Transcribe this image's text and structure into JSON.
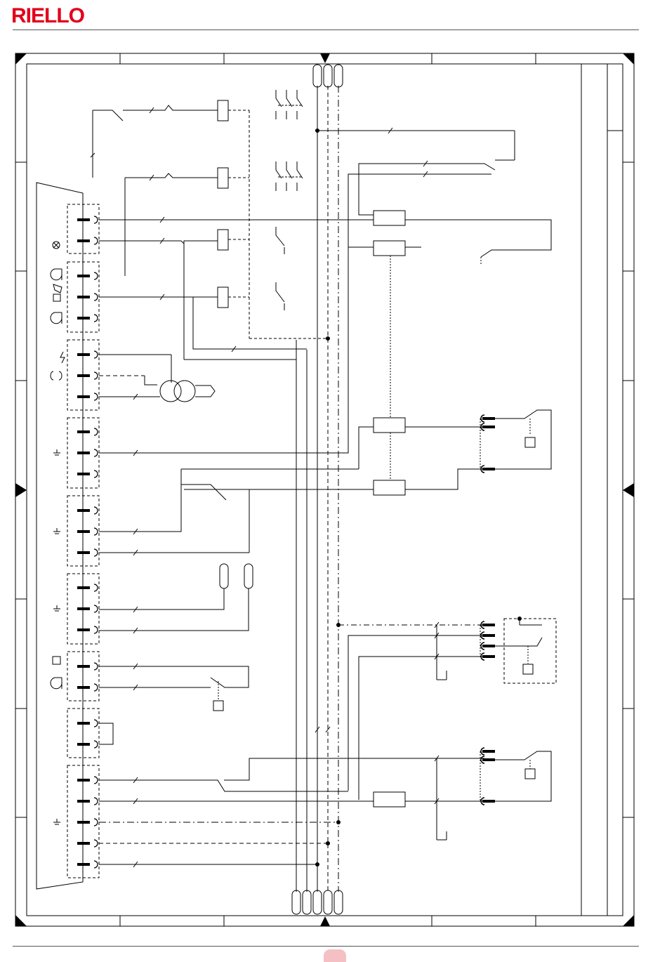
{
  "header": {
    "brand": "RIELLO",
    "brand_color": "#e2001a",
    "rule_color": "#555555"
  },
  "diagram": {
    "type": "electrical-wiring-schematic",
    "line_color": "#000000",
    "terminal_groups": [
      {
        "id": "group-1",
        "terminals": 2,
        "symbol": "lamp-icon"
      },
      {
        "id": "group-2",
        "terminals": 3,
        "symbol": "fan-motor-icon"
      },
      {
        "id": "group-3",
        "terminals": 3,
        "symbol": "ignition-transformer-icon"
      },
      {
        "id": "group-4",
        "terminals": 3,
        "symbol": "earth-icon"
      },
      {
        "id": "group-5",
        "terminals": 3,
        "symbol": "earth-icon"
      },
      {
        "id": "group-6",
        "terminals": 3,
        "symbol": "earth-icon"
      },
      {
        "id": "group-7",
        "terminals": 2,
        "symbol": "pressure-switch-icon"
      },
      {
        "id": "group-8",
        "terminals": 2,
        "symbol": ""
      },
      {
        "id": "group-9",
        "terminals": 5,
        "symbol": "earth-icon"
      }
    ]
  },
  "footer": {
    "page_badge_color": "#f5c0c4",
    "page_number": ""
  }
}
